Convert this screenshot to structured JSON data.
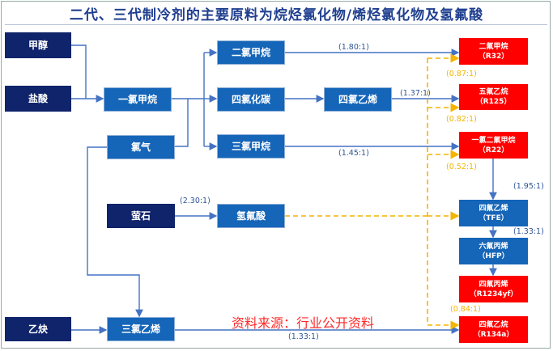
{
  "title": "二代、三代制冷剂的主要原料为烷烃氯化物/烯烃氯化物及氢氟酸",
  "nodes": {
    "methanol": "甲醇",
    "hcl": "盐酸",
    "ch3cl": "一氯甲烷",
    "cl2": "氯气",
    "ch2cl2": "二氯甲烷",
    "ccl4": "四氯化碳",
    "chcl3": "三氯甲烷",
    "pce": "四氯乙烯",
    "fluorite": "萤石",
    "hf": "氢氟酸",
    "acetylene": "乙炔",
    "tce": "三氯乙烯",
    "r32": {
      "name": "二氟甲烷",
      "code": "（R32）"
    },
    "r125": {
      "name": "五氟乙烷",
      "code": "（R125）"
    },
    "r22": {
      "name": "一氯二氟甲烷",
      "code": "（R22）"
    },
    "tfe": {
      "name": "四氟乙烯",
      "code": "（TFE）"
    },
    "hfp": {
      "name": "六氟丙烯",
      "code": "（HFP）"
    },
    "r1234yf": {
      "name": "四氟丙烯",
      "code": "（R1234yf）"
    },
    "r134a": {
      "name": "四氟乙烷",
      "code": "（R134a）"
    }
  },
  "ratios": {
    "r32": "(1.80:1)",
    "r125": "(1.37:1)",
    "r22": "(1.45:1)",
    "tfe": "(1.95:1)",
    "hfp": "(1.33:1)",
    "hf": "(2.30:1)",
    "r134a": "(1.33:1)",
    "hf_r32": "(0.87:1)",
    "hf_r125": "(0.82:1)",
    "hf_r22": "(0.52:1)",
    "hf_r134a": "(0.84:1)"
  },
  "source": "资料来源：行业公开资料",
  "colors": {
    "navy": "#10246b",
    "blue": "#1565b8",
    "red": "#ff0000",
    "dash": "#f4b400",
    "line": "#4472c4"
  }
}
